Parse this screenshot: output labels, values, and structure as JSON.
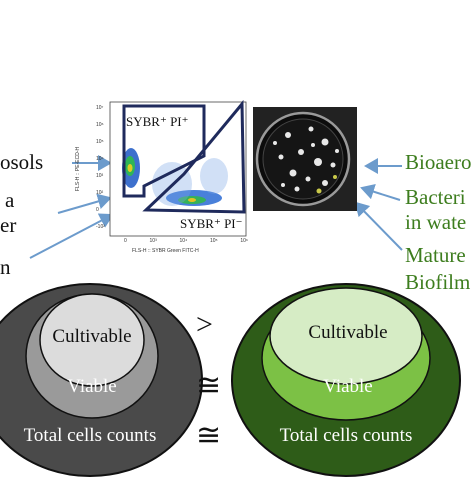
{
  "left_labels": [
    "osols",
    "a",
    "er",
    "n"
  ],
  "right_labels": [
    "Bioaero",
    "Bacteri",
    "in wate",
    "Mature",
    "Biofilm"
  ],
  "flow_plot": {
    "gate_top": "SYBR⁺ PI⁺",
    "gate_bottom": "SYBR⁺ PI⁻",
    "x_axis_label": "FLS-H :: SYBR Green FITC-H",
    "y_axis_label": "FLS-H :: PE-ECD-H",
    "y_ticks": [
      "10⁷",
      "10⁶",
      "10⁵",
      "10⁴",
      "10³",
      "10²",
      "0",
      "-10²"
    ],
    "x_ticks": [
      "0",
      "10³",
      "10⁴",
      "10⁵",
      "10⁶"
    ]
  },
  "left_diagram": {
    "inner": "Cultivable",
    "middle": "Viable",
    "outer": "Total cells counts",
    "colors": {
      "outer": "#4a4a4a",
      "middle": "#9a9a9a",
      "inner": "#dcdcdc"
    }
  },
  "right_diagram": {
    "inner": "Cultivable",
    "middle": "Viable",
    "outer": "Total cells counts",
    "colors": {
      "outer": "#2e5c18",
      "middle": "#7cc145",
      "inner": "#d6ecc5"
    }
  },
  "relations": [
    ">",
    "≅",
    "≅"
  ],
  "colors": {
    "arrow": "#6c9bcc",
    "green_text": "#3d7d1e",
    "gate": "#1f2a5c"
  }
}
